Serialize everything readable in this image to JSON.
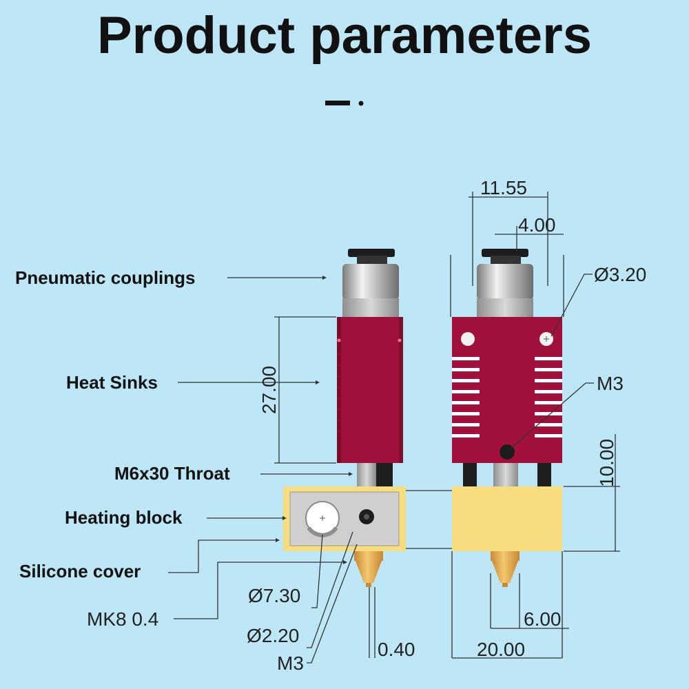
{
  "title": "Product parameters",
  "labels": {
    "pneumatic": "Pneumatic couplings",
    "heatsinks": "Heat Sinks",
    "throat": "M6x30 Throat",
    "heating_block": "Heating block",
    "silicone": "Silicone cover",
    "nozzle": "MK8 0.4"
  },
  "dimensions": {
    "d_11_55": "11.55",
    "d_4_00": "4.00",
    "d_3_20": "Ø3.20",
    "m3_right": "M3",
    "d_27_00": "27.00",
    "d_10_00": "10.00",
    "d_7_30": "Ø7.30",
    "d_2_20": "Ø2.20",
    "m3_left": "M3",
    "d_0_40": "0.40",
    "d_6_00": "6.00",
    "d_20_00": "20.00"
  },
  "colors": {
    "background": "#bde6f6",
    "heatsink": "#a1103a",
    "heating_block_yellow": "#f7dd7e",
    "aluminum": "#c9c9c9",
    "nozzle_brass": "#e4a94c"
  }
}
